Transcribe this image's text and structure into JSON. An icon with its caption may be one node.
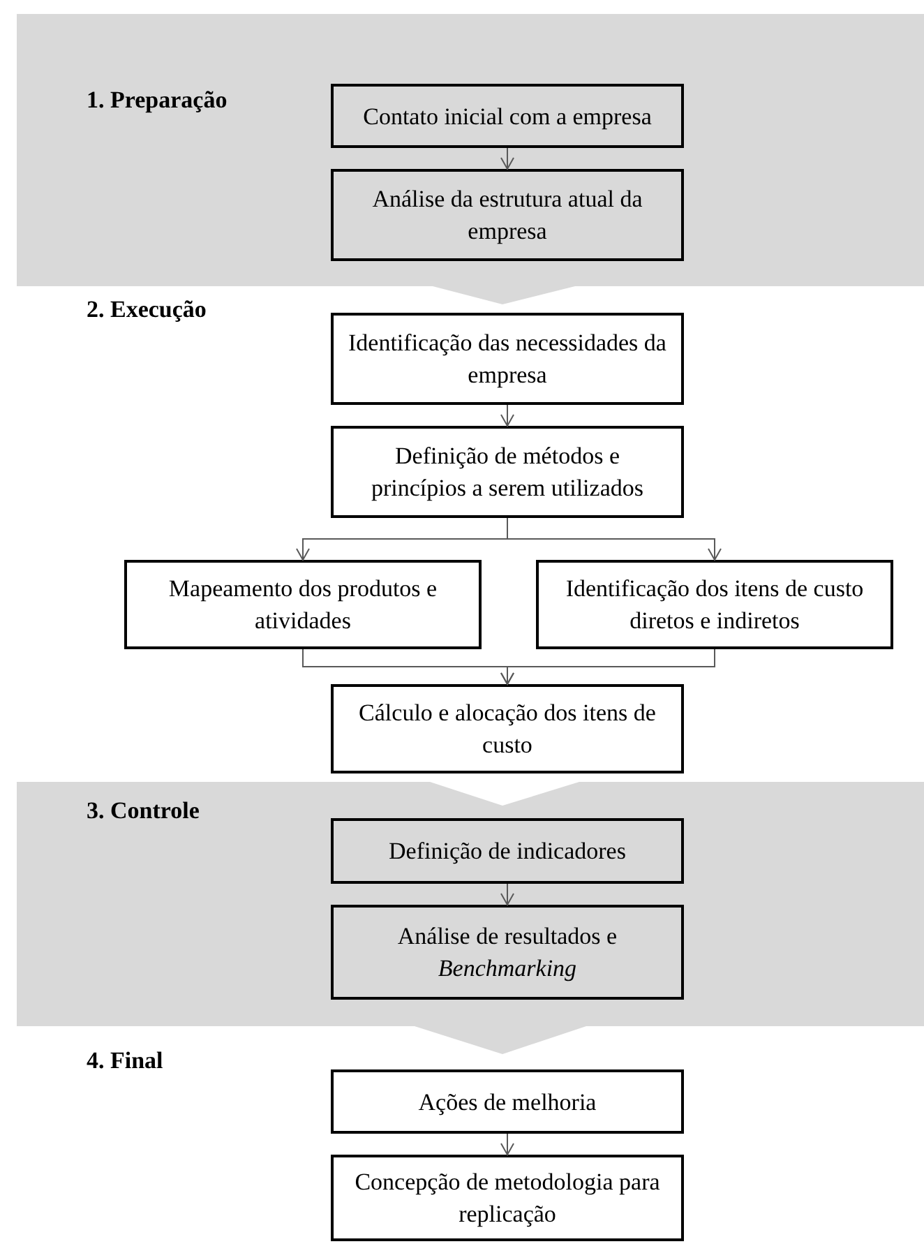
{
  "diagram": {
    "nodes": [
      {
        "text": [
          "1. Preparação"
        ]
      },
      {
        "text": [
          "Contato inicial com a empresa"
        ],
        "in": 0
      },
      {
        "text": [
          "Análise da estrutura atual da empresa"
        ],
        "in": 0
      },
      {
        "text": [
          "2. Execução"
        ]
      },
      {
        "text": [
          "Identificação das necessidades da empresa"
        ],
        "in": 3
      },
      {
        "text": [
          "Definição de métodos e princípios a serem utilizados"
        ],
        "in": 3
      },
      {
        "text": [
          "Mapeamento dos produtos e atividades"
        ],
        "in": 3
      },
      {
        "text": [
          "Identificação dos itens de custo diretos e indiretos"
        ],
        "in": 3
      },
      {
        "text": [
          "Cálculo e alocação dos itens de custo"
        ],
        "in": 3
      },
      {
        "text": [
          "3. Controle"
        ]
      },
      {
        "text": [
          "Definição de indicadores"
        ],
        "in": 9
      },
      {
        "text": [
          "Análise de resultados e *Benchmarking*"
        ],
        "in": 9
      },
      {
        "text": [
          "4. Final"
        ]
      },
      {
        "text": [
          "Ações de melhoria"
        ],
        "in": 12
      },
      {
        "text": [
          "Concepção de metodologia para replicação"
        ],
        "in": 12
      }
    ],
    "edges": [
      {
        "from": 1,
        "to": 2,
        "arrow": "to"
      },
      {
        "from": 4,
        "to": 5,
        "arrow": "to"
      },
      {
        "from": 5,
        "to": 6,
        "arrow": "to"
      },
      {
        "from": 5,
        "to": 7,
        "arrow": "to"
      },
      {
        "from": 6,
        "to": 8,
        "arrow": "to"
      },
      {
        "from": 7,
        "to": 8,
        "arrow": "to"
      },
      {
        "from": 10,
        "to": 11,
        "arrow": "to"
      },
      {
        "from": 13,
        "to": 14,
        "arrow": "to"
      }
    ]
  }
}
